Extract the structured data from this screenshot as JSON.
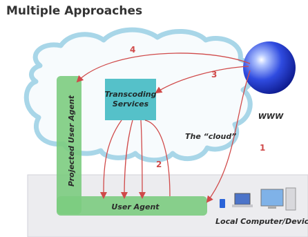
{
  "title": "Multiple Approaches",
  "labels": {
    "transcoding": [
      "Transcoding",
      "Services"
    ],
    "www": "WWW",
    "cloud": "The “cloud”",
    "projected_agent": "Projected User Agent",
    "user_agent": "User Agent",
    "local": "Local Computer/Device"
  },
  "arrows": [
    {
      "id": "1",
      "label": "1"
    },
    {
      "id": "2",
      "label": "2"
    },
    {
      "id": "3",
      "label": "3"
    },
    {
      "id": "4",
      "label": "4"
    }
  ],
  "colors": {
    "arrow": "#d04a4a",
    "cloud_stroke": "#a8d6e8",
    "cloud_fill": "#f7fbfd",
    "green": "#7ccc7f",
    "teal": "#55c1c9",
    "panel": "#ececef",
    "label_text": "#2b2b2b"
  }
}
